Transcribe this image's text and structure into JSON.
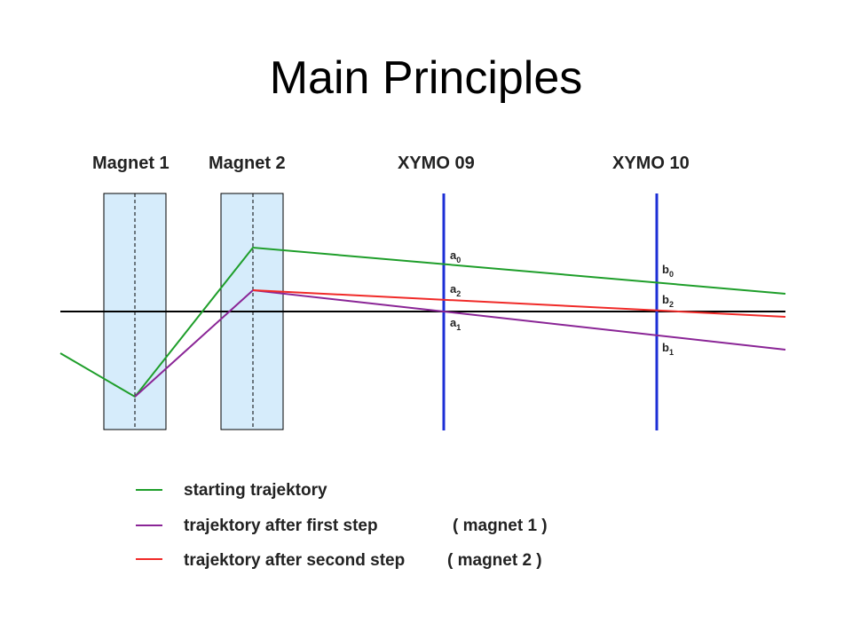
{
  "title": "Main Principles",
  "colors": {
    "magnet_fill": "#d6ecfb",
    "starting": "#1e9e2a",
    "first_step": "#8a2596",
    "second_step": "#f02a28",
    "monitor": "#1c2fd6",
    "axis": "#000000"
  },
  "diagram": {
    "magnets": [
      {
        "label": "Magnet 1"
      },
      {
        "label": "Magnet 2"
      }
    ],
    "monitors": [
      {
        "label": "XYMO 09",
        "points": [
          {
            "letter": "a",
            "index": "0"
          },
          {
            "letter": "a",
            "index": "2"
          },
          {
            "letter": "a",
            "index": "1"
          }
        ]
      },
      {
        "label": "XYMO 10",
        "points": [
          {
            "letter": "b",
            "index": "0"
          },
          {
            "letter": "b",
            "index": "2"
          },
          {
            "letter": "b",
            "index": "1"
          }
        ]
      }
    ]
  },
  "legend": [
    {
      "label": "starting trajektory",
      "note": ""
    },
    {
      "label": "trajektory after first step",
      "note": "( magnet 1 )"
    },
    {
      "label": "trajektory after second step",
      "note": "( magnet 2 )"
    }
  ]
}
